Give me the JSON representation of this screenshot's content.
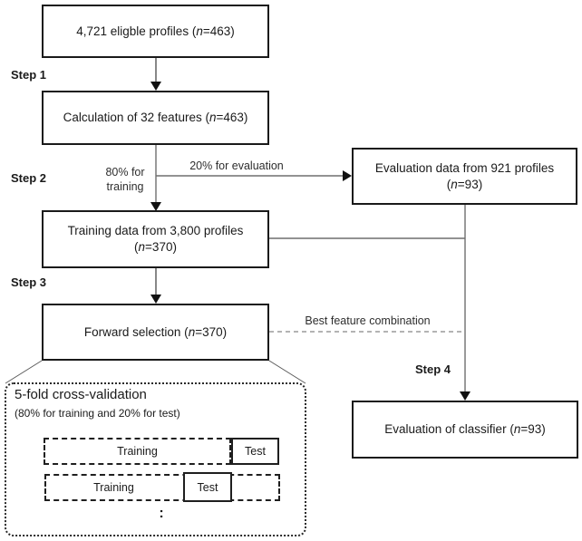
{
  "diagram": {
    "boxes": {
      "eligible": {
        "pre": "4,721 eligble profiles (",
        "n": "n",
        "post": "=463)"
      },
      "features": {
        "pre": "Calculation of 32 features (",
        "n": "n",
        "post": "=463)"
      },
      "training": {
        "line1": "Training data from 3,800 profiles",
        "pre": "(",
        "n": "n",
        "post": "=370)"
      },
      "evaluation_data": {
        "line1": "Evaluation data from 921 profiles",
        "pre": "(",
        "n": "n",
        "post": "=93)"
      },
      "forward_selection": {
        "pre": "Forward selection (",
        "n": "n",
        "post": "=370)"
      },
      "evaluation_classifier": {
        "pre": "Evaluation of classifier (",
        "n": "n",
        "post": "=93)"
      }
    },
    "steps": {
      "step1": "Step 1",
      "step2": "Step 2",
      "step3": "Step 3",
      "step4": "Step 4"
    },
    "edge_labels": {
      "training_split_line1": "80% for",
      "training_split_line2": "training",
      "evaluation_split": "20% for evaluation",
      "best_feature": "Best feature combination"
    },
    "cross_validation": {
      "title": "5-fold cross-validation",
      "subtitle": "(80% for training and 20% for test)",
      "fold1": {
        "training": "Training",
        "test": "Test"
      },
      "fold2": {
        "training": "Training",
        "test": "Test"
      },
      "ellipsis": ":"
    },
    "colors": {
      "box_border": "#1a1a1a",
      "connector": "#6f6f6f",
      "dashed_connector": "#9a9a9a",
      "arrowhead": "#111111"
    }
  }
}
